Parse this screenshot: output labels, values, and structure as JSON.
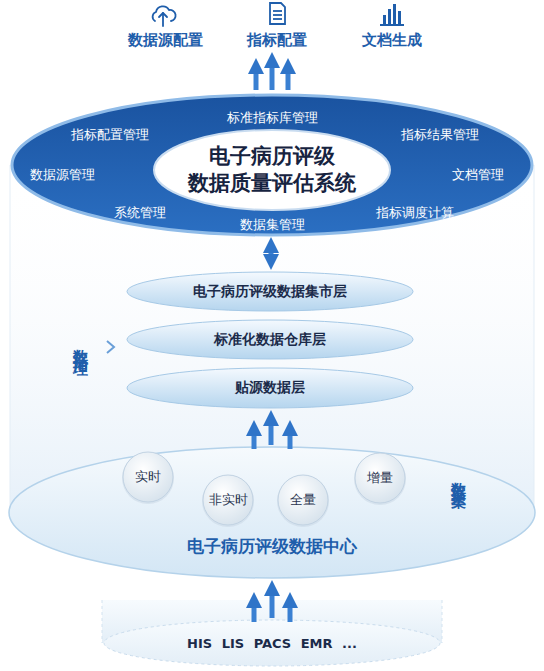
{
  "diagram": {
    "nodes": [
      {
        "text": [
          "标准指标库管理",
          "指标配置管理",
          "指标结果管理",
          "数据源管理",
          "文档管理",
          "系统管理",
          "指标调度计算",
          "数据集管理"
        ]
      },
      {
        "text": [
          "电子病历评级 数据质量评估系统"
        ],
        "in": 0
      },
      {
        "text": [
          "电子病历评级数据集市层"
        ]
      },
      {
        "text": [
          "标准化数据仓库层"
        ]
      },
      {
        "text": [
          "贴源数据层"
        ]
      },
      {
        "text": [
          "电子病历评级数据中心"
        ]
      },
      {
        "text": [
          "实时"
        ],
        "in": 5
      },
      {
        "text": [
          "非实时"
        ],
        "in": 5
      },
      {
        "text": [
          "全量"
        ],
        "in": 5
      },
      {
        "text": [
          "增量"
        ],
        "in": 5
      },
      {
        "text": [
          "HIS LIS PACS EMR ..."
        ]
      }
    ],
    "edges": [
      {
        "from": 2,
        "to": 0,
        "arrow": "both"
      },
      {
        "from": 5,
        "to": 4,
        "arrow": "to"
      },
      {
        "from": 10,
        "to": 5,
        "arrow": "to"
      }
    ],
    "labels": [
      "数据源配置",
      "指标配置",
      "文档生成",
      "数据治理",
      "数据采集"
    ]
  }
}
